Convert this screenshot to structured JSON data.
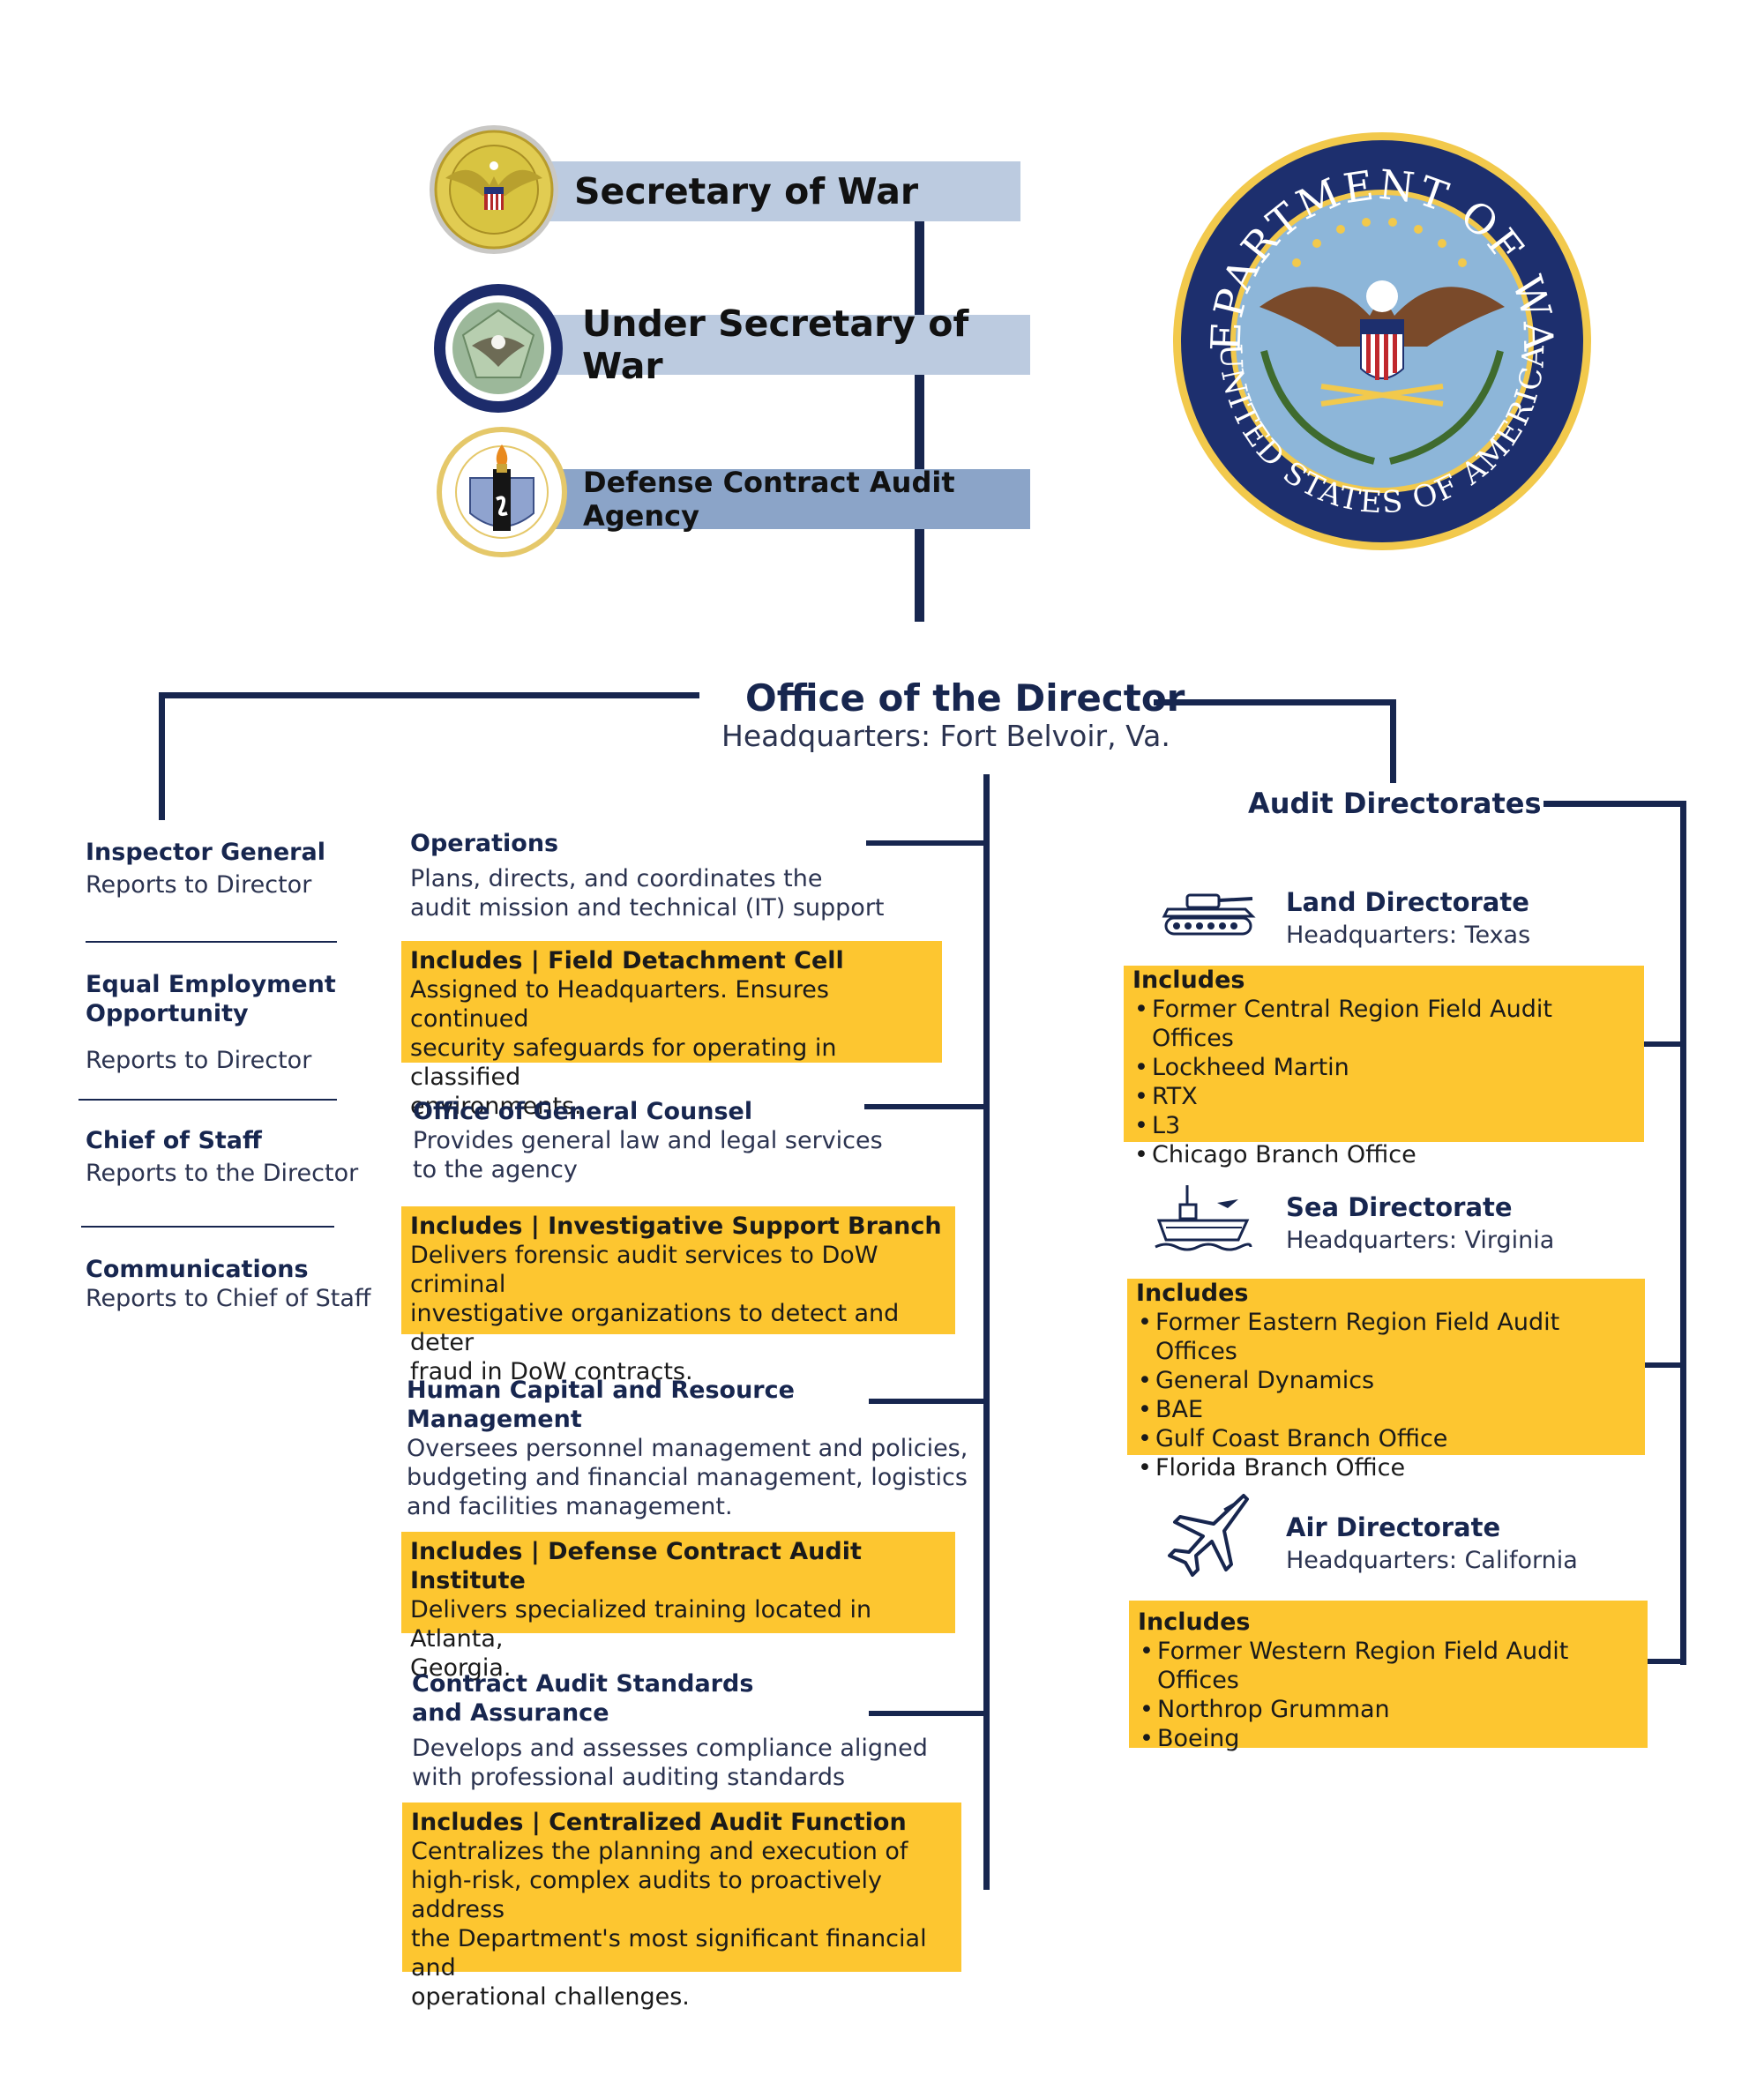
{
  "hierarchy": {
    "secretary": "Secretary of War",
    "under_secretary": "Under Secretary of War",
    "agency": "Defense Contract Audit Agency"
  },
  "seal": {
    "top_text": "DEPARTMENT OF WAR",
    "bottom_text": "UNITED STATES OF AMERICA"
  },
  "director": {
    "title": "Office of the Director",
    "subtitle": "Headquarters: Fort Belvoir, Va."
  },
  "staff": [
    {
      "title": "Inspector General",
      "sub": "Reports to Director"
    },
    {
      "title_line1": "Equal Employment",
      "title_line2": "Opportunity",
      "sub": "Reports to Director"
    },
    {
      "title": "Chief of Staff",
      "sub": "Reports to the Director"
    },
    {
      "title": "Communications",
      "sub": "Reports to Chief of Staff"
    }
  ],
  "units": [
    {
      "title": "Operations",
      "desc1": "Plans, directs, and coordinates the",
      "desc2": "audit mission and technical (IT) support",
      "inc_head": "Includes | Field Detachment Cell",
      "inc1": "Assigned to Headquarters. Ensures continued",
      "inc2": "security safeguards for operating in classified",
      "inc3": "environments."
    },
    {
      "title": "Office of General Counsel",
      "desc1": "Provides general law and legal services",
      "desc2": "to the agency",
      "inc_head": "Includes | Investigative Support Branch",
      "inc1": "Delivers forensic audit services to DoW criminal",
      "inc2": "investigative organizations to detect and deter",
      "inc3": "fraud in DoW contracts."
    },
    {
      "title1": "Human Capital and Resource",
      "title2": "Management",
      "desc1": "Oversees personnel management and policies,",
      "desc2": "budgeting and financial management, logistics",
      "desc3": "and facilities management.",
      "inc_head": "Includes | Defense Contract Audit Institute",
      "inc1": "Delivers specialized training located in Atlanta,",
      "inc2": "Georgia."
    },
    {
      "title1": "Contract Audit Standards",
      "title2": "and Assurance",
      "desc1": "Develops and assesses compliance aligned",
      "desc2": "with professional auditing standards",
      "inc_head": "Includes | Centralized  Audit Function",
      "inc1": "Centralizes the planning and execution of",
      "inc2": "high-risk, complex audits to proactively address",
      "inc3": "the Department's most significant financial and",
      "inc4": "operational challenges."
    }
  ],
  "audit": {
    "heading": "Audit Directorates",
    "land": {
      "title": "Land Directorate",
      "hq": "Headquarters: Texas",
      "inc": "Includes",
      "items": [
        "Former Central Region Field Audit Offices",
        "Lockheed Martin",
        "RTX",
        "L3",
        "Chicago Branch Office"
      ]
    },
    "sea": {
      "title": "Sea Directorate",
      "hq": "Headquarters: Virginia",
      "inc": "Includes",
      "items": [
        "Former Eastern Region Field Audit Offices",
        "General Dynamics",
        "BAE",
        "Gulf Coast Branch Office",
        "Florida Branch Office"
      ]
    },
    "air": {
      "title": "Air Directorate",
      "hq": "Headquarters: California",
      "inc": "Includes",
      "items": [
        "Former Western Region Field Audit Offices",
        "Northrop Grumman",
        "Boeing"
      ]
    }
  },
  "colors": {
    "navy": "#17264f",
    "yellow": "#fdc630",
    "bar_light": "#bccbe0",
    "bar_mid": "#8ba4c8"
  }
}
